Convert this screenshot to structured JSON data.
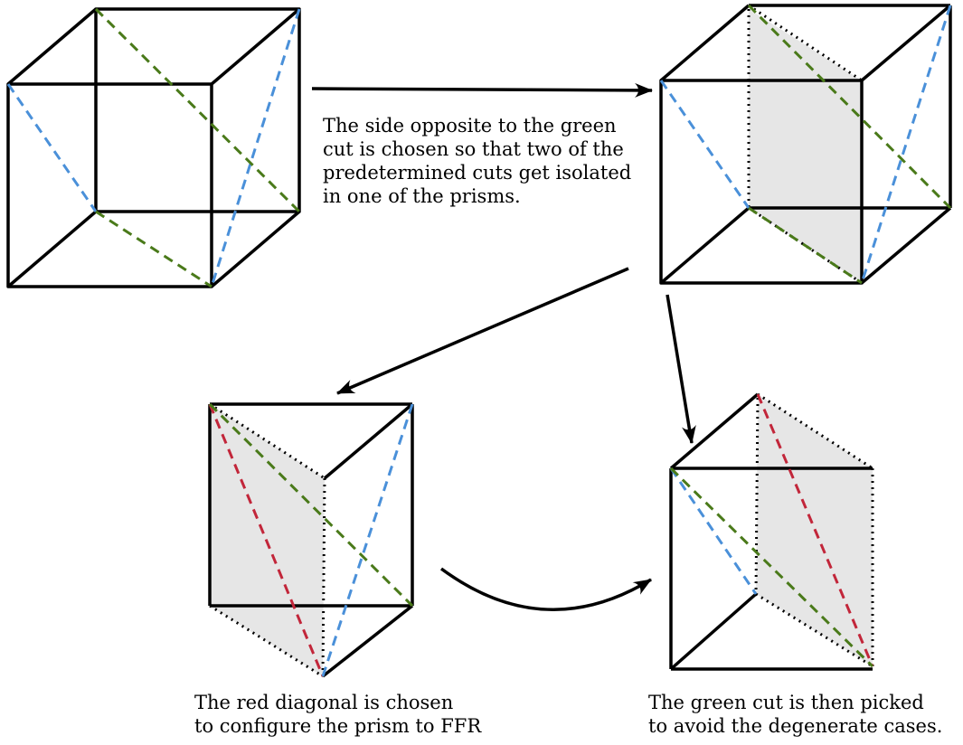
{
  "colors": {
    "edge": "#000000",
    "blue_cut": "#4a90d9",
    "green_cut": "#4a7a1a",
    "red_diagonal": "#c2263a",
    "face_fill": "#e6e6e6"
  },
  "captions": {
    "top": [
      "The side opposite to the green",
      "cut is chosen so that two of the",
      "predetermined cuts get isolated",
      "in one of the prisms."
    ],
    "bottom_left": [
      "The red diagonal is chosen",
      "to configure the prism to FFR"
    ],
    "bottom_right": [
      "The green cut is then picked",
      "to avoid the degenerate cases."
    ]
  }
}
